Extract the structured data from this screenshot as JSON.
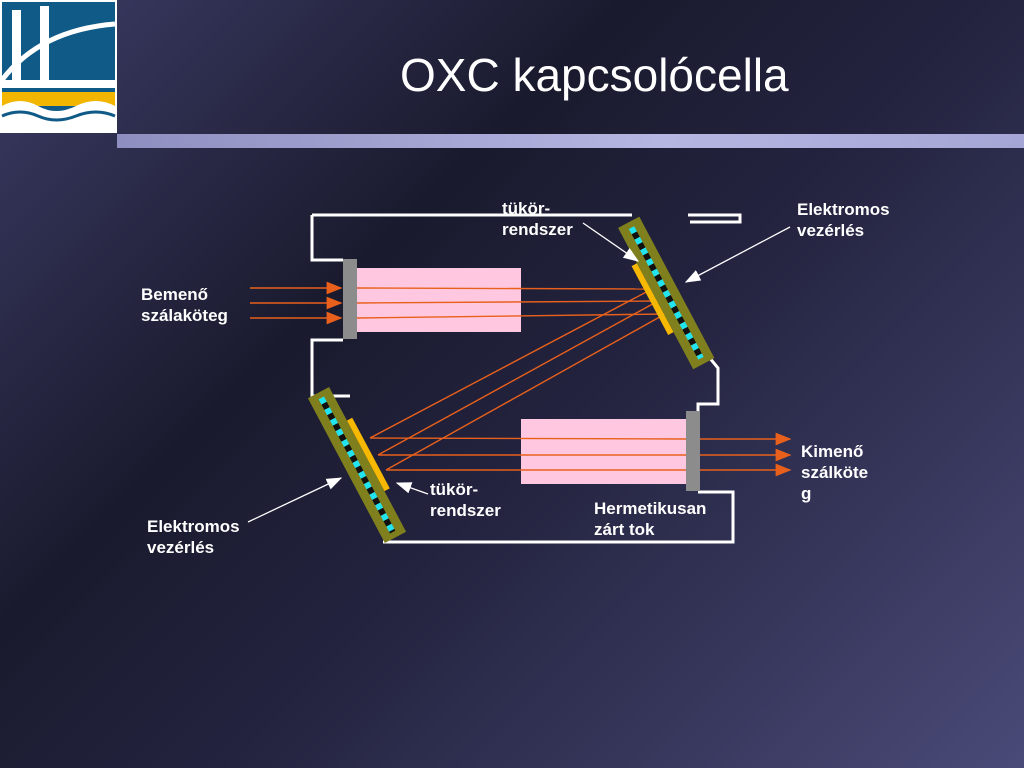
{
  "slide": {
    "title": "OXC kapcsolócella"
  },
  "labels": {
    "mirror_top": [
      "tükör-",
      "rendszer"
    ],
    "electric_top": [
      "Elektromos",
      "vezérlés"
    ],
    "input": [
      "Bemenő",
      "szálaköteg"
    ],
    "output": [
      "Kimenő",
      "szálköte",
      "g"
    ],
    "mirror_bottom": [
      "tükör-",
      "rendszer"
    ],
    "housing": [
      "Hermetikusan",
      "zárt tok"
    ],
    "electric_bottom": [
      "Elektromos",
      "vezérlés"
    ]
  },
  "colors": {
    "beam": "#e8601c",
    "lens": "#ffc8e0",
    "mirror_frame": "#7f7f1e",
    "mirror_surface": "#f6b800",
    "mirror_pixels": "#22e4f0",
    "connector": "#8c8c8c",
    "housing_outline": "#ffffff"
  }
}
